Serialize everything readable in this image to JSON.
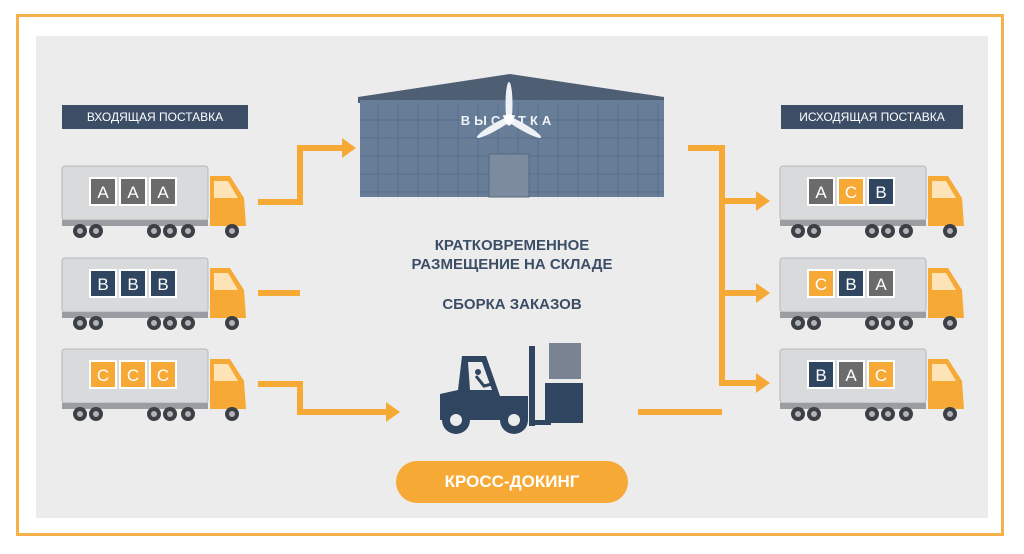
{
  "labels": {
    "incoming": "ВХОДЯЩАЯ ПОСТАВКА",
    "outgoing": "ИСХОДЯЩАЯ ПОСТАВКА"
  },
  "warehouse": {
    "brand": "ВЫСОТКА"
  },
  "center": {
    "line1": "КРАТКОВРЕМЕННОЕ",
    "line2": "РАЗМЕЩЕНИЕ НА СКЛАДЕ",
    "line3": "СБОРКА ЗАКАЗОВ"
  },
  "badge": "КРОСС-ДОКИНГ",
  "colors": {
    "A": "#6b6b6b",
    "B": "#2f4560",
    "C": "#f7a935",
    "accent": "#f7a935"
  },
  "incoming_trucks": [
    {
      "boxes": [
        "A",
        "A",
        "A"
      ]
    },
    {
      "boxes": [
        "B",
        "B",
        "B"
      ]
    },
    {
      "boxes": [
        "C",
        "C",
        "C"
      ]
    }
  ],
  "outgoing_trucks": [
    {
      "boxes": [
        "A",
        "C",
        "B"
      ]
    },
    {
      "boxes": [
        "C",
        "B",
        "A"
      ]
    },
    {
      "boxes": [
        "B",
        "A",
        "C"
      ]
    }
  ]
}
